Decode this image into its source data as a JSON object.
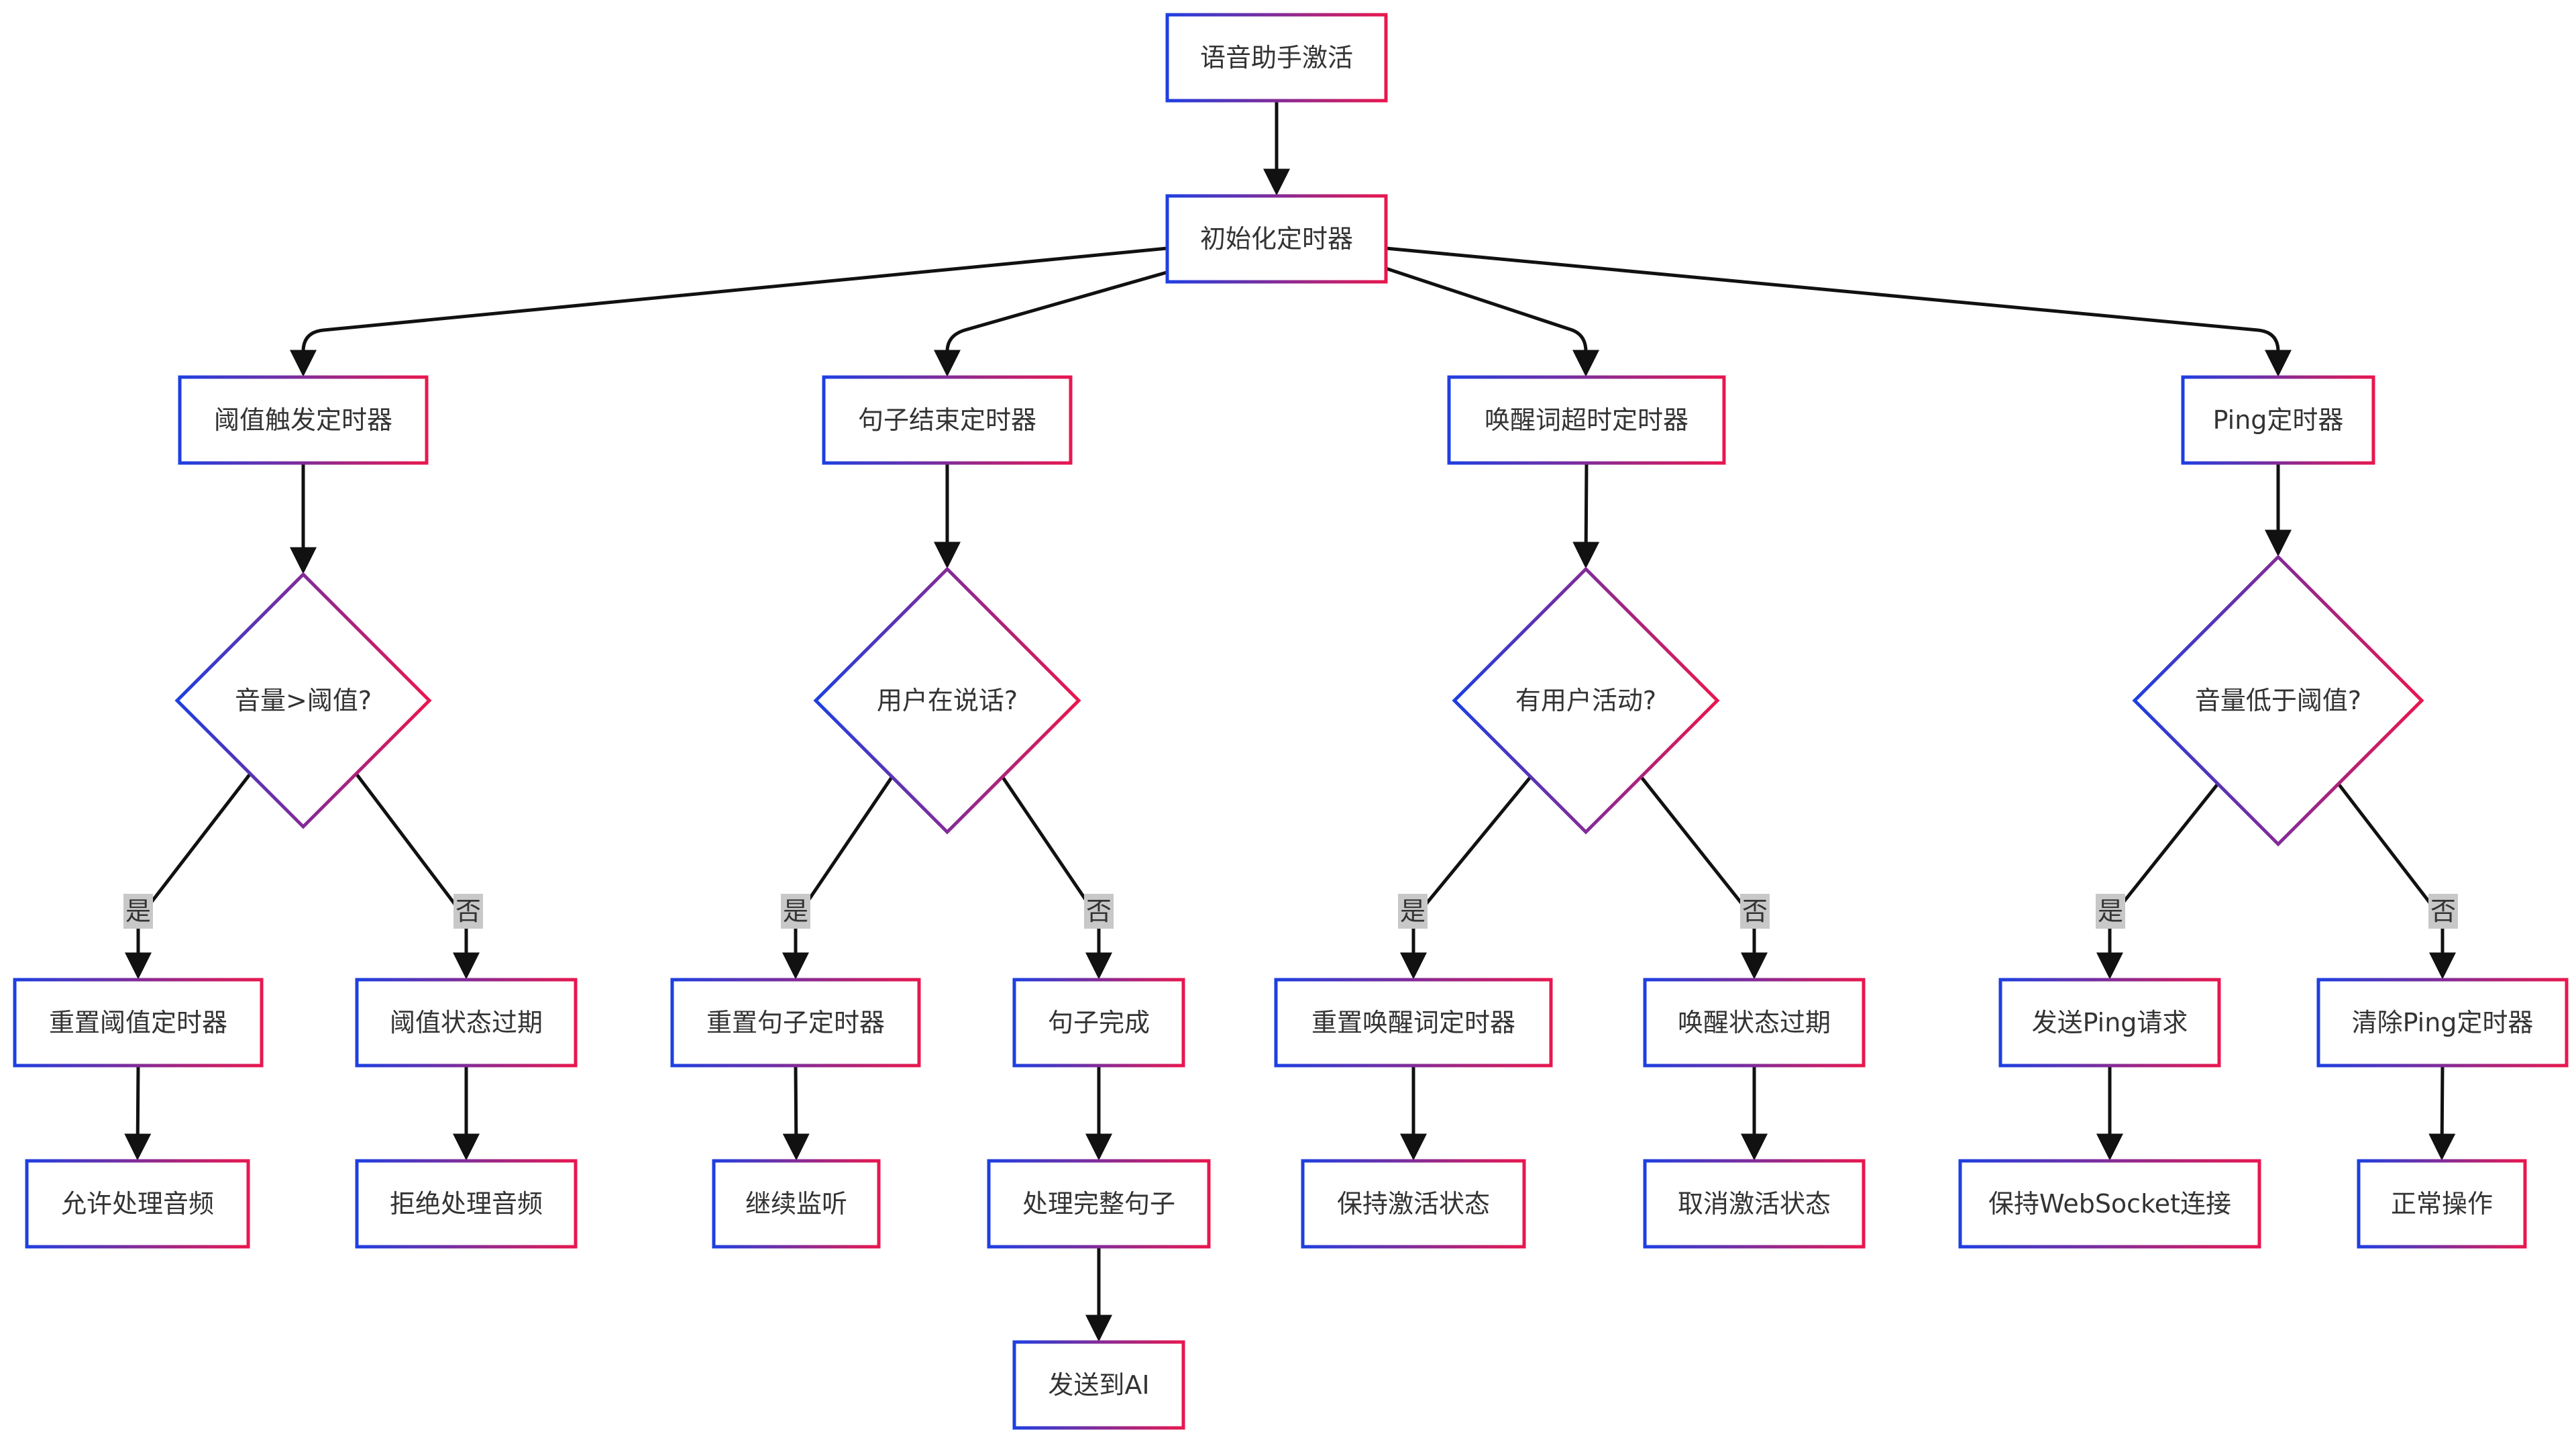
{
  "nodes": [
    {
      "id": "A",
      "label": "语音助手激活",
      "shape": "rect"
    },
    {
      "id": "B",
      "label": "初始化定时器",
      "shape": "rect"
    },
    {
      "id": "C1",
      "label": "阈值触发定时器",
      "shape": "rect"
    },
    {
      "id": "C2",
      "label": "句子结束定时器",
      "shape": "rect"
    },
    {
      "id": "C3",
      "label": "唤醒词超时定时器",
      "shape": "rect"
    },
    {
      "id": "C4",
      "label": "Ping定时器",
      "shape": "rect"
    },
    {
      "id": "D1",
      "label": "音量>阈值?",
      "shape": "diamond"
    },
    {
      "id": "D2",
      "label": "用户在说话?",
      "shape": "diamond"
    },
    {
      "id": "D3",
      "label": "有用户活动?",
      "shape": "diamond"
    },
    {
      "id": "D4",
      "label": "音量低于阈值?",
      "shape": "diamond"
    },
    {
      "id": "E1",
      "label": "重置阈值定时器",
      "shape": "rect"
    },
    {
      "id": "E2",
      "label": "阈值状态过期",
      "shape": "rect"
    },
    {
      "id": "E3",
      "label": "重置句子定时器",
      "shape": "rect"
    },
    {
      "id": "E4",
      "label": "句子完成",
      "shape": "rect"
    },
    {
      "id": "E5",
      "label": "重置唤醒词定时器",
      "shape": "rect"
    },
    {
      "id": "E6",
      "label": "唤醒状态过期",
      "shape": "rect"
    },
    {
      "id": "E7",
      "label": "发送Ping请求",
      "shape": "rect"
    },
    {
      "id": "E8",
      "label": "清除Ping定时器",
      "shape": "rect"
    },
    {
      "id": "F1",
      "label": "允许处理音频",
      "shape": "rect"
    },
    {
      "id": "F2",
      "label": "拒绝处理音频",
      "shape": "rect"
    },
    {
      "id": "F3",
      "label": "继续监听",
      "shape": "rect"
    },
    {
      "id": "F4",
      "label": "处理完整句子",
      "shape": "rect"
    },
    {
      "id": "F5",
      "label": "保持激活状态",
      "shape": "rect"
    },
    {
      "id": "F6",
      "label": "取消激活状态",
      "shape": "rect"
    },
    {
      "id": "F7",
      "label": "保持WebSocket连接",
      "shape": "rect"
    },
    {
      "id": "F8",
      "label": "正常操作",
      "shape": "rect"
    },
    {
      "id": "G1",
      "label": "发送到AI",
      "shape": "rect"
    }
  ],
  "edges": [
    {
      "from": "A",
      "to": "B",
      "label": ""
    },
    {
      "from": "B",
      "to": "C1",
      "label": ""
    },
    {
      "from": "B",
      "to": "C2",
      "label": ""
    },
    {
      "from": "B",
      "to": "C3",
      "label": ""
    },
    {
      "from": "B",
      "to": "C4",
      "label": ""
    },
    {
      "from": "C1",
      "to": "D1",
      "label": ""
    },
    {
      "from": "C2",
      "to": "D2",
      "label": ""
    },
    {
      "from": "C3",
      "to": "D3",
      "label": ""
    },
    {
      "from": "C4",
      "to": "D4",
      "label": ""
    },
    {
      "from": "D1",
      "to": "E1",
      "label": "是"
    },
    {
      "from": "D1",
      "to": "E2",
      "label": "否"
    },
    {
      "from": "D2",
      "to": "E3",
      "label": "是"
    },
    {
      "from": "D2",
      "to": "E4",
      "label": "否"
    },
    {
      "from": "D3",
      "to": "E5",
      "label": "是"
    },
    {
      "from": "D3",
      "to": "E6",
      "label": "否"
    },
    {
      "from": "D4",
      "to": "E7",
      "label": "是"
    },
    {
      "from": "D4",
      "to": "E8",
      "label": "否"
    },
    {
      "from": "E1",
      "to": "F1",
      "label": ""
    },
    {
      "from": "E2",
      "to": "F2",
      "label": ""
    },
    {
      "from": "E3",
      "to": "F3",
      "label": ""
    },
    {
      "from": "E4",
      "to": "F4",
      "label": ""
    },
    {
      "from": "E5",
      "to": "F5",
      "label": ""
    },
    {
      "from": "E6",
      "to": "F6",
      "label": ""
    },
    {
      "from": "E7",
      "to": "F7",
      "label": ""
    },
    {
      "from": "E8",
      "to": "F8",
      "label": ""
    },
    {
      "from": "F4",
      "to": "G1",
      "label": ""
    }
  ],
  "colors": {
    "border_start": "#1e3fe0",
    "border_end": "#e8174f",
    "edge": "#111111",
    "edge_label_bg": "#c8c8c8",
    "text": "#333333"
  }
}
